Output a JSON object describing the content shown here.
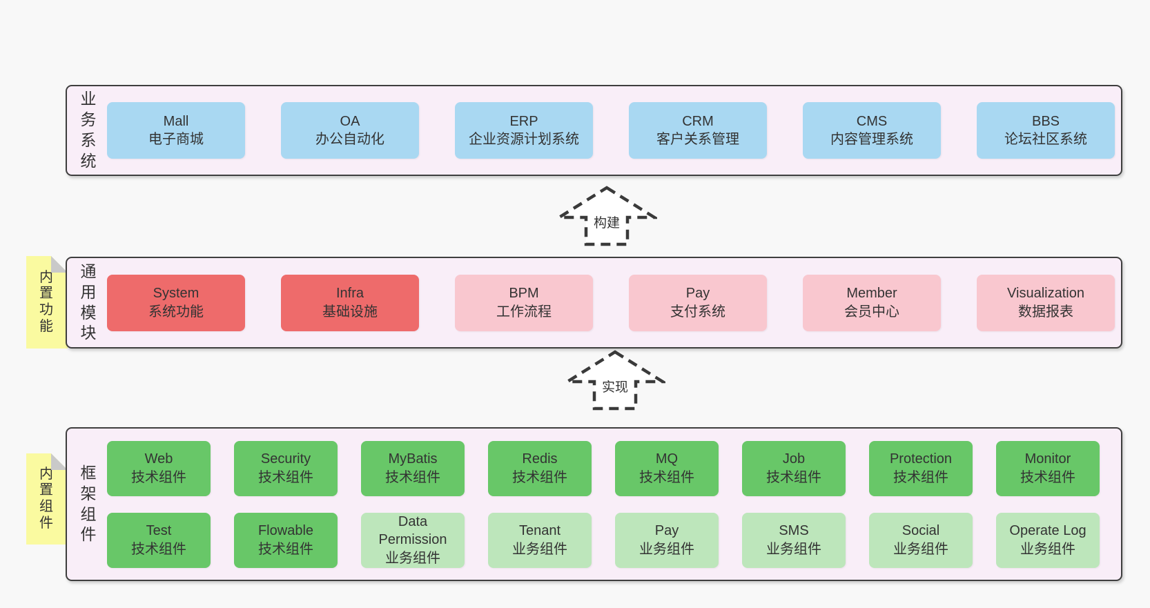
{
  "colors": {
    "page_bg": "#f8f8f8",
    "panel_bg": "#f9eef8",
    "panel_border": "#3e3e3e",
    "box_blue": "#a9d8f2",
    "box_red": "#ee6b6b",
    "box_pink": "#f9c7cf",
    "box_green": "#68c768",
    "box_green_light": "#bde6bb",
    "tab_yellow": "#fafaa0",
    "tab_fold_gray": "#c9c9c9",
    "arrow_stroke": "#3a3a3a",
    "text": "#333333"
  },
  "business_layer": {
    "label": "业务系统",
    "boxes": [
      {
        "title": "Mall",
        "subtitle": "电子商城"
      },
      {
        "title": "OA",
        "subtitle": "办公自动化"
      },
      {
        "title": "ERP",
        "subtitle": "企业资源计划系统"
      },
      {
        "title": "CRM",
        "subtitle": "客户关系管理"
      },
      {
        "title": "CMS",
        "subtitle": "内容管理系统"
      },
      {
        "title": "BBS",
        "subtitle": "论坛社区系统"
      }
    ]
  },
  "arrows": {
    "build_label": "构建",
    "implement_label": "实现"
  },
  "module_layer": {
    "tab": "内置功能",
    "label": "通用模块",
    "boxes": [
      {
        "title": "System",
        "subtitle": "系统功能",
        "variant": "red"
      },
      {
        "title": "Infra",
        "subtitle": "基础设施",
        "variant": "red"
      },
      {
        "title": "BPM",
        "subtitle": "工作流程",
        "variant": "pink"
      },
      {
        "title": "Pay",
        "subtitle": "支付系统",
        "variant": "pink"
      },
      {
        "title": "Member",
        "subtitle": "会员中心",
        "variant": "pink"
      },
      {
        "title": "Visualization",
        "subtitle": "数据报表",
        "variant": "pink"
      }
    ]
  },
  "framework_layer": {
    "tab": "内置组件",
    "label": "框架组件",
    "row1": [
      {
        "title": "Web",
        "subtitle": "技术组件",
        "variant": "green"
      },
      {
        "title": "Security",
        "subtitle": "技术组件",
        "variant": "green"
      },
      {
        "title": "MyBatis",
        "subtitle": "技术组件",
        "variant": "green"
      },
      {
        "title": "Redis",
        "subtitle": "技术组件",
        "variant": "green"
      },
      {
        "title": "MQ",
        "subtitle": "技术组件",
        "variant": "green"
      },
      {
        "title": "Job",
        "subtitle": "技术组件",
        "variant": "green"
      },
      {
        "title": "Protection",
        "subtitle": "技术组件",
        "variant": "green"
      },
      {
        "title": "Monitor",
        "subtitle": "技术组件",
        "variant": "green"
      }
    ],
    "row2": [
      {
        "title": "Test",
        "subtitle": "技术组件",
        "variant": "green"
      },
      {
        "title": "Flowable",
        "subtitle": "技术组件",
        "variant": "green"
      },
      {
        "title": "Data Permission",
        "subtitle": "业务组件",
        "variant": "green-light"
      },
      {
        "title": "Tenant",
        "subtitle": "业务组件",
        "variant": "green-light"
      },
      {
        "title": "Pay",
        "subtitle": "业务组件",
        "variant": "green-light"
      },
      {
        "title": "SMS",
        "subtitle": "业务组件",
        "variant": "green-light"
      },
      {
        "title": "Social",
        "subtitle": "业务组件",
        "variant": "green-light"
      },
      {
        "title": "Operate Log",
        "subtitle": "业务组件",
        "variant": "green-light"
      }
    ]
  }
}
